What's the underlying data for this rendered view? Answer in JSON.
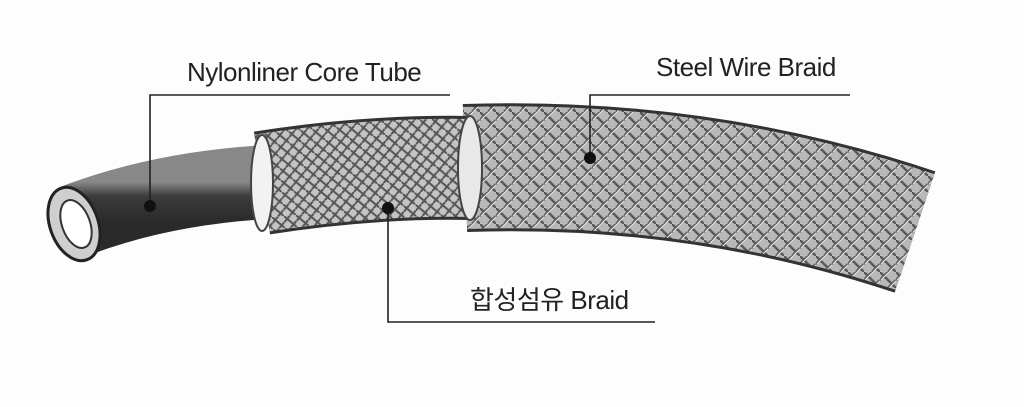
{
  "labels": {
    "core_tube": "Nylonliner Core Tube",
    "steel_braid": "Steel Wire Braid",
    "fiber_braid": "합성섬유 Braid"
  },
  "colors": {
    "line": "#222222",
    "tube": "#555555",
    "braid": "#9a9a9a"
  }
}
